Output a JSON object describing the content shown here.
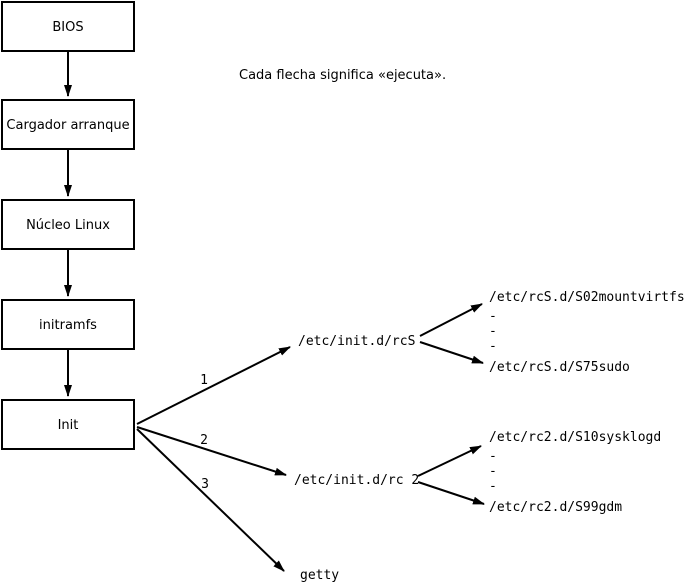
{
  "diagram": {
    "annotation": "Cada flecha significa «ejecuta».",
    "boxes": [
      {
        "id": "bios",
        "label": "BIOS"
      },
      {
        "id": "bootloader",
        "label": "Cargador arranque"
      },
      {
        "id": "kernel",
        "label": "Núcleo Linux"
      },
      {
        "id": "initramfs",
        "label": "initramfs"
      },
      {
        "id": "init",
        "label": "Init"
      }
    ],
    "edge_labels": {
      "rcS": "1",
      "rc2": "2",
      "getty": "3"
    },
    "scripts": {
      "rcS": "/etc/init.d/rcS",
      "rc2": "/etc/init.d/rc 2",
      "getty": "getty",
      "rcS_first": "/etc/rcS.d/S02mountvirtfs",
      "rcS_last": "/etc/rcS.d/S75sudo",
      "rc2_first": "/etc/rc2.d/S10sysklogd",
      "rc2_last": "/etc/rc2.d/S99gdm"
    },
    "ellipsis": "-",
    "colors": {
      "ink": "#000000",
      "background": "#ffffff"
    }
  }
}
